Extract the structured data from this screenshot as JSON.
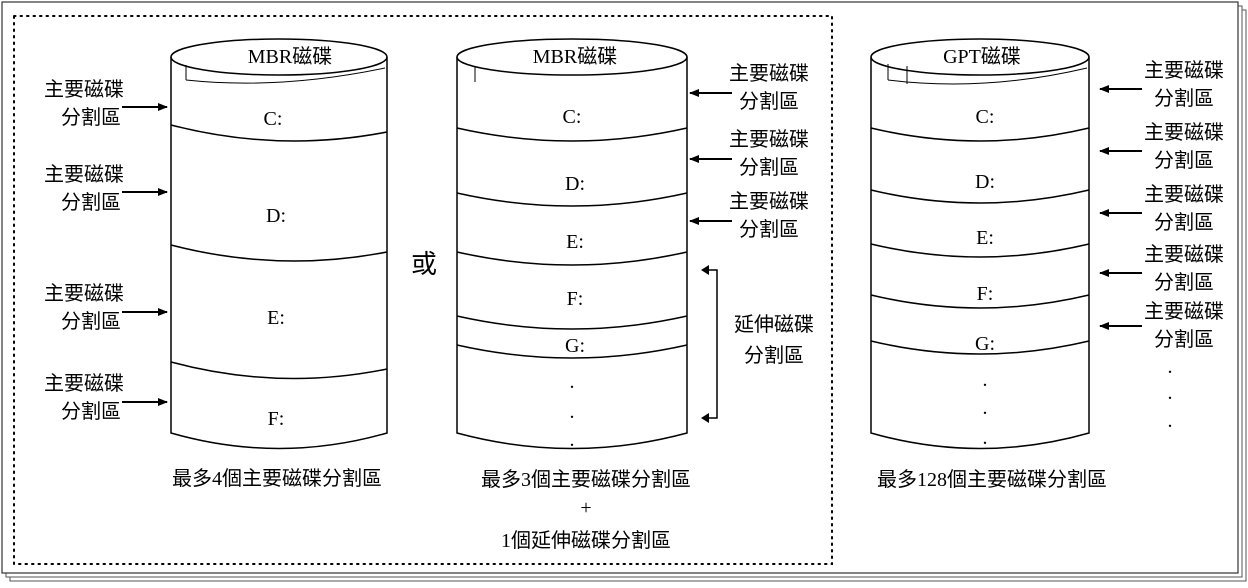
{
  "mbr_a": {
    "title": "MBR磁碟",
    "drives": [
      "C:",
      "D:",
      "E:",
      "F:"
    ],
    "primary_label": [
      "主要磁碟",
      "分割區"
    ],
    "caption": "最多4個主要磁碟分割區"
  },
  "or_text": "或",
  "mbr_b": {
    "title": "MBR磁碟",
    "drives": [
      "C:",
      "D:",
      "E:",
      "F:",
      "G:"
    ],
    "primary_label": [
      "主要磁碟",
      "分割區"
    ],
    "extended_label": [
      "延伸磁碟",
      "分割區"
    ],
    "caption_line1": "最多3個主要磁碟分割區",
    "caption_plus": "+",
    "caption_line2": "1個延伸磁碟分割區"
  },
  "gpt": {
    "title": "GPT磁碟",
    "drives": [
      "C:",
      "D:",
      "E:",
      "F:",
      "G:"
    ],
    "primary_label": [
      "主要磁碟",
      "分割區"
    ],
    "caption": "最多128個主要磁碟分割區"
  },
  "ellipsis_dot": "."
}
